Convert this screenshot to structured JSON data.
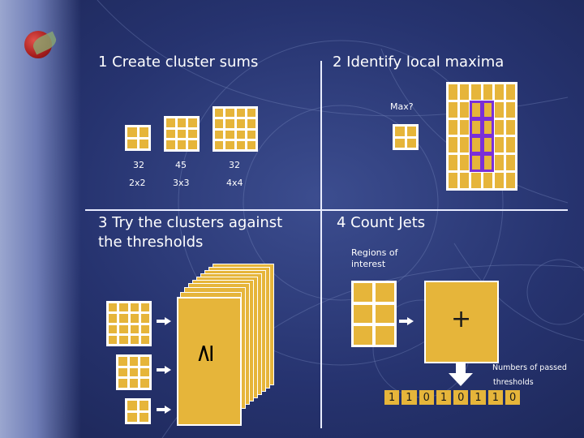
{
  "colors": {
    "cell": "#e6b53a",
    "grid_line": "#ffffff",
    "highlight": "#7a2fd8",
    "background": "#26336f"
  },
  "sections": {
    "create": {
      "title": "1 Create cluster sums",
      "sums": [
        "32",
        "45",
        "32"
      ],
      "sizes": [
        "2x2",
        "3x3",
        "4x4"
      ]
    },
    "maxima": {
      "title": "2 Identify local maxima",
      "question": "Max?"
    },
    "thresholds": {
      "title_line1": "3 Try the clusters against",
      "title_line2": "the thresholds",
      "symbol": "≥"
    },
    "jets": {
      "title": "4 Count Jets",
      "roi_line1": "Regions of",
      "roi_line2": "interest",
      "plus": "+",
      "passed_line1": "Numbers of passed",
      "passed_line2": "thresholds",
      "bits": [
        "1",
        "1",
        "0",
        "1",
        "0",
        "1",
        "1",
        "0"
      ]
    }
  }
}
